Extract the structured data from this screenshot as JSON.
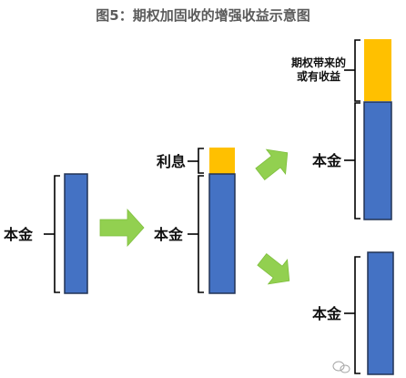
{
  "title": "图5：期权加固收的增强收益示意图",
  "labels": {
    "principal": "本金",
    "interest": "利息",
    "option_gain_line1": "期权带来的",
    "option_gain_line2": "或有收益"
  },
  "colors": {
    "principal_bar": "#4472c4",
    "principal_bar_border": "#223355",
    "interest_bar": "#ffc000",
    "arrow_green": "#92d050",
    "bracket": "#000000",
    "title": "#5b5b5b"
  },
  "icons": {
    "watermark": "wechat-watermark-icon"
  }
}
